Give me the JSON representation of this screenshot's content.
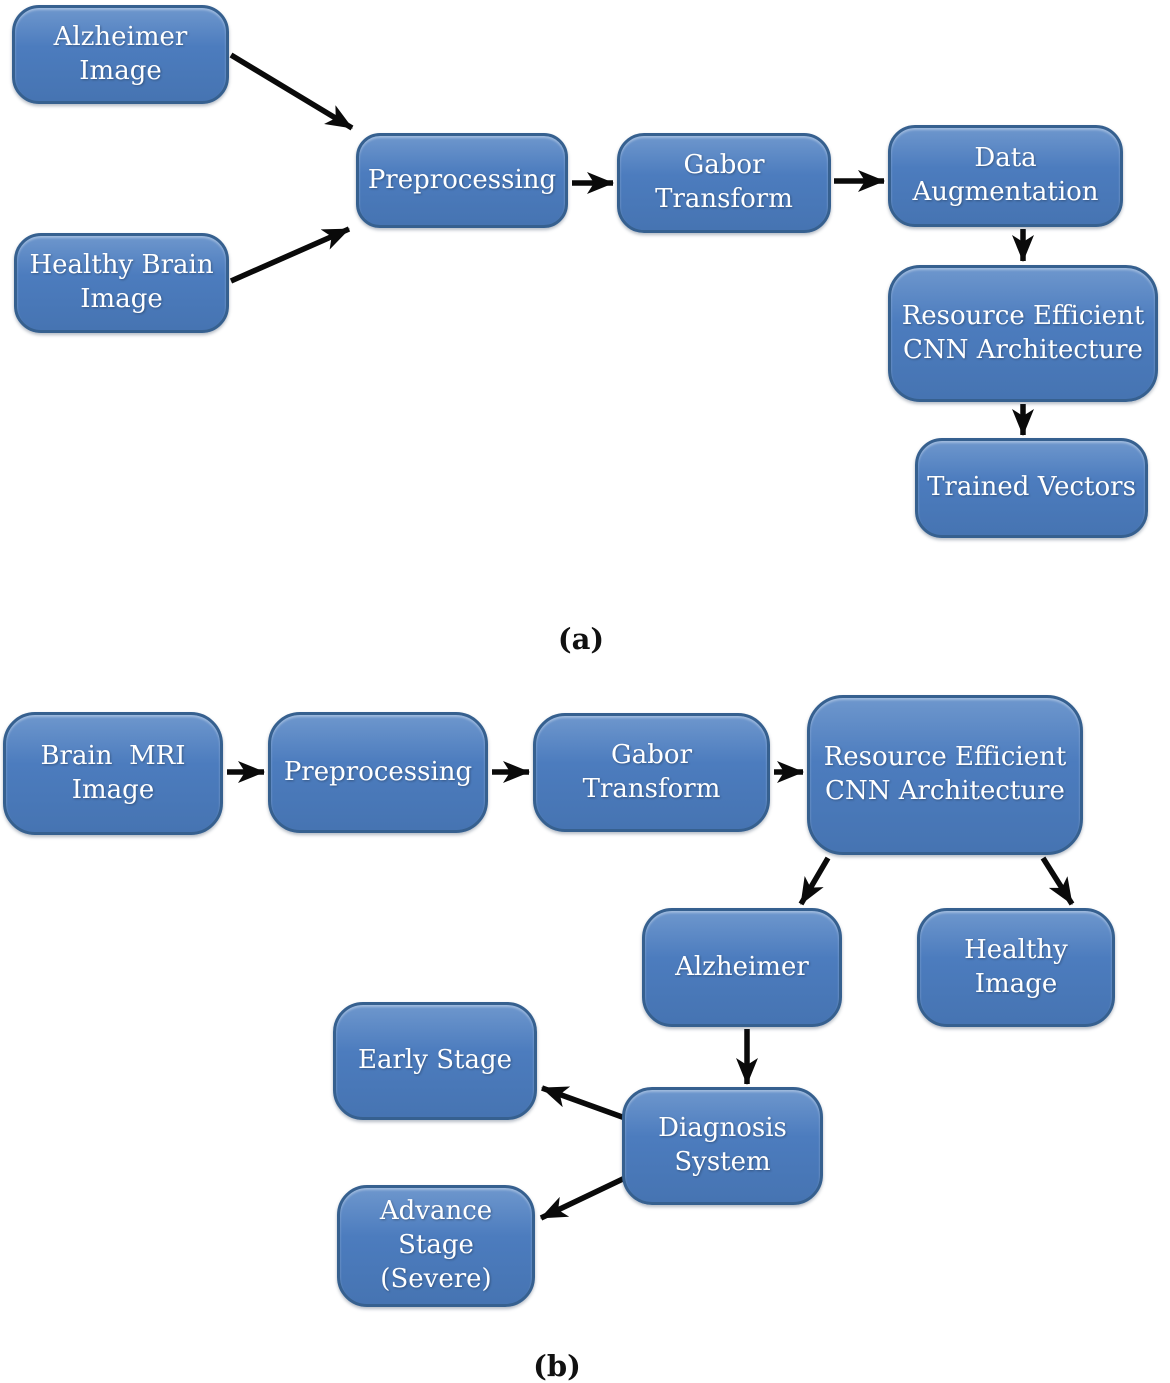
{
  "panel_a": {
    "caption": "(a)",
    "nodes": {
      "alzheimer_image": "Alzheimer\nImage",
      "healthy_brain_image": "Healthy Brain\nImage",
      "preprocessing": "Preprocessing",
      "gabor_transform": "Gabor\nTransform",
      "data_augmentation": "Data\nAugmentation",
      "resource_efficient_cnn": "Resource Efficient\nCNN Architecture",
      "trained_vectors": "Trained Vectors"
    }
  },
  "panel_b": {
    "caption": "(b)",
    "nodes": {
      "brain_mri_image": "Brain  MRI\nImage",
      "preprocessing": "Preprocessing",
      "gabor_transform": "Gabor\nTransform",
      "resource_efficient_cnn": "Resource Efficient\nCNN Architecture",
      "alzheimer": "Alzheimer",
      "healthy_image": "Healthy Image",
      "early_stage": "Early Stage",
      "diagnosis_system": "Diagnosis\nSystem",
      "advance_stage_severe": "Advance Stage\n(Severe)"
    }
  },
  "colors": {
    "node_fill": "#4c7cbe",
    "node_fill_light": "#6e97cd",
    "node_fill_dark": "#4674b2",
    "node_border": "#36608f",
    "node_text": "#ffffff",
    "arrow": "#0a0a0a"
  }
}
